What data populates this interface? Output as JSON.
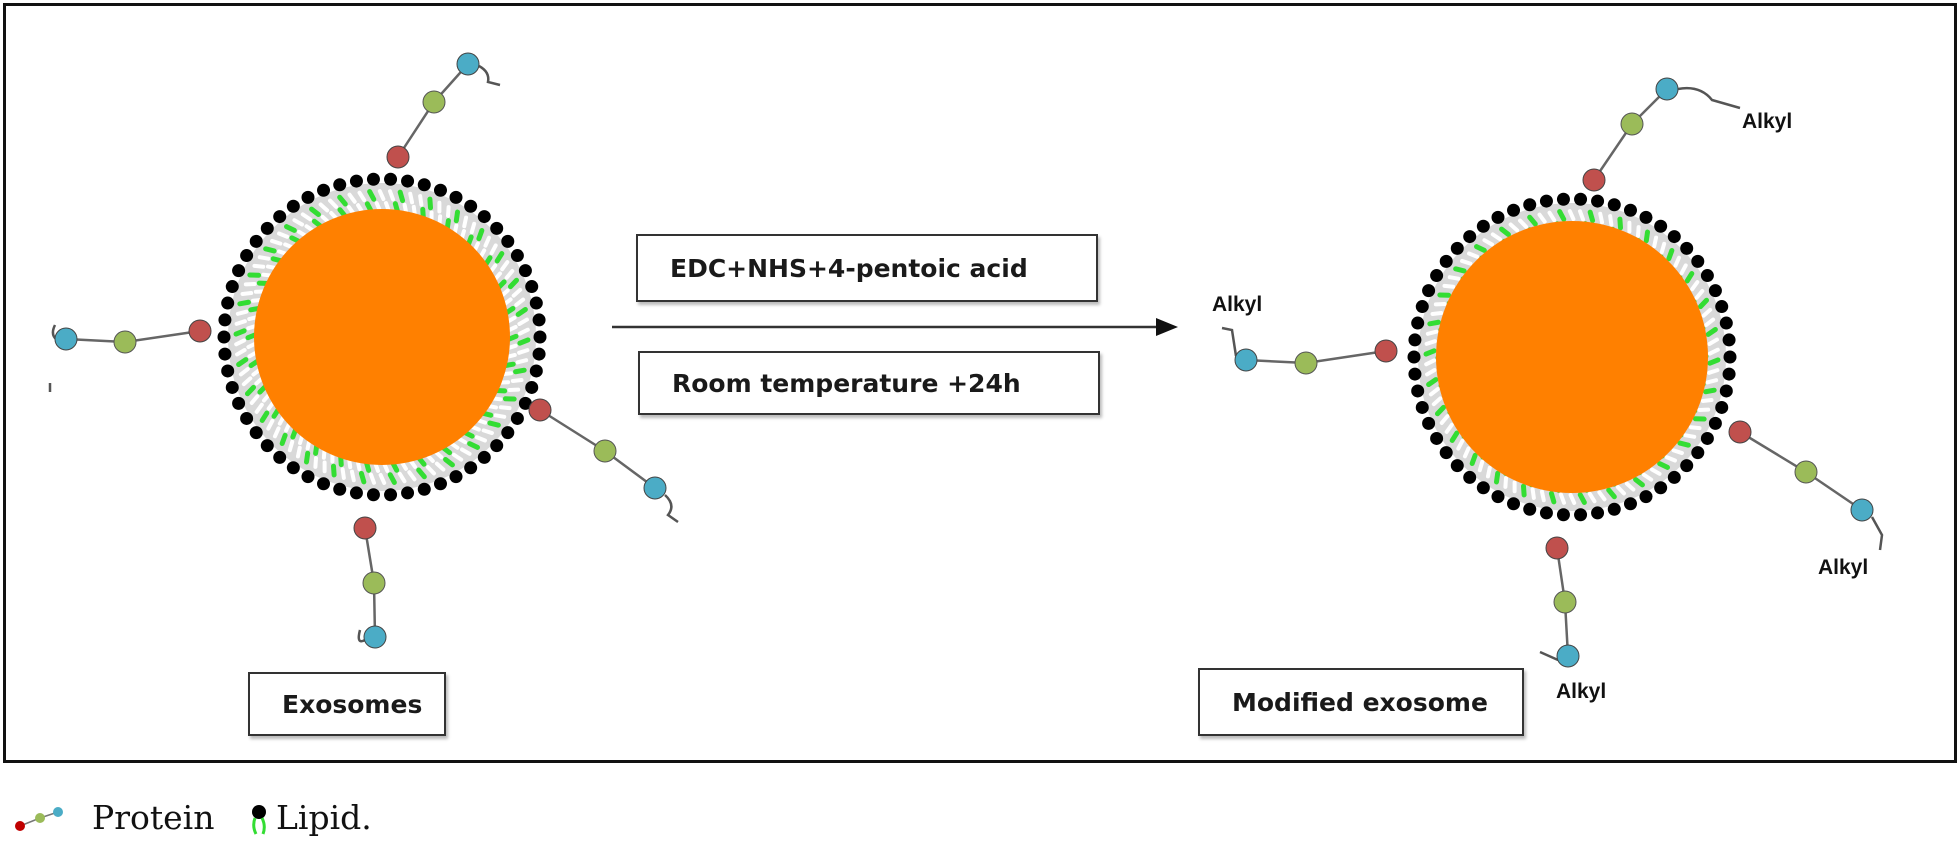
{
  "reaction": {
    "condition_1": "EDC+NHS+4-pentoic acid",
    "condition_2": "Room temperature +24h"
  },
  "labels": {
    "left": "Exosomes",
    "right": "Modified exosome",
    "alkyl": "Alkyl"
  },
  "legend": {
    "protein": "Protein",
    "lipid": "Lipid."
  },
  "colors": {
    "core": "#ff8000",
    "lipid_head": "#000000",
    "lipid_tail_green": "#33dd33",
    "protein_red": "#c0504d",
    "protein_green": "#9bbb59",
    "protein_blue": "#4bacc6"
  }
}
